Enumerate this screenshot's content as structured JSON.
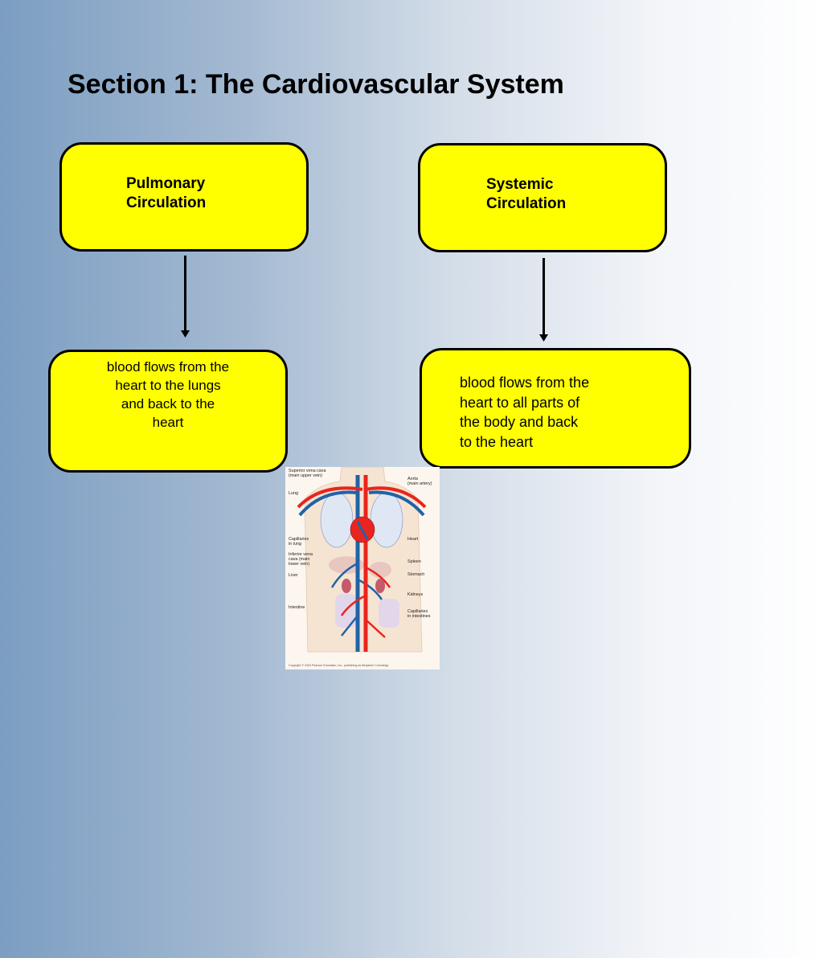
{
  "title": "Section 1: The Cardiovascular System",
  "pulmonary": {
    "heading": "Pulmonary\nCirculation",
    "description": "blood flows from the\nheart to the lungs\nand back to the\nheart"
  },
  "systemic": {
    "heading": "Systemic\nCirculation",
    "description": "blood flows from the\nheart to all parts of\nthe body and back\nto the heart"
  },
  "figure": {
    "labels": {
      "svc1": "Superior vena cava",
      "svc2": "(main upper vein)",
      "lung": "Lung",
      "cap_lung1": "Capillaries",
      "cap_lung2": "in lung",
      "ivc1": "Inferior vena",
      "ivc2": "cava (main",
      "ivc3": "lower vein)",
      "liver": "Liver",
      "intestine": "Intestine",
      "aorta1": "Aorta",
      "aorta2": "(main artery)",
      "heart": "Heart",
      "spleen": "Spleen",
      "stomach": "Stomach",
      "kidneys": "Kidneys",
      "cap_int1": "Capillaries",
      "cap_int2": "in intestines",
      "copyright": "Copyright © 2004 Pearson Education, Inc., publishing as Benjamin Cummings"
    }
  },
  "colors": {
    "box_fill": "#ffff00",
    "artery": "#e8251f",
    "vein": "#1f63a8"
  }
}
